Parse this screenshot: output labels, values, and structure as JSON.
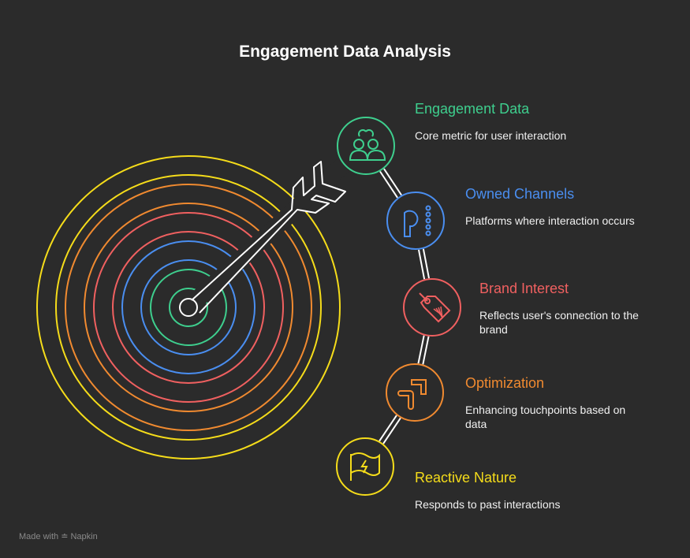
{
  "title": "Engagement Data Analysis",
  "items": [
    {
      "title": "Engagement Data",
      "description": "Core metric for user interaction",
      "color": "#3ecf8e",
      "icon": "people-link-icon"
    },
    {
      "title": "Owned Channels",
      "description": "Platforms where interaction occurs",
      "color": "#4a8ef0",
      "icon": "platform-p-icon"
    },
    {
      "title": "Brand Interest",
      "description": "Reflects user's connection to the brand",
      "color": "#f06060",
      "icon": "price-tag-icon"
    },
    {
      "title": "Optimization",
      "description": "Enhancing touchpoints based on data",
      "color": "#f08a30",
      "icon": "route-arrows-icon"
    },
    {
      "title": "Reactive Nature",
      "description": "Responds to past interactions",
      "color": "#f5dc1a",
      "icon": "lightning-flag-icon"
    }
  ],
  "footer": {
    "made_with": "Made with",
    "brand": "Napkin"
  }
}
